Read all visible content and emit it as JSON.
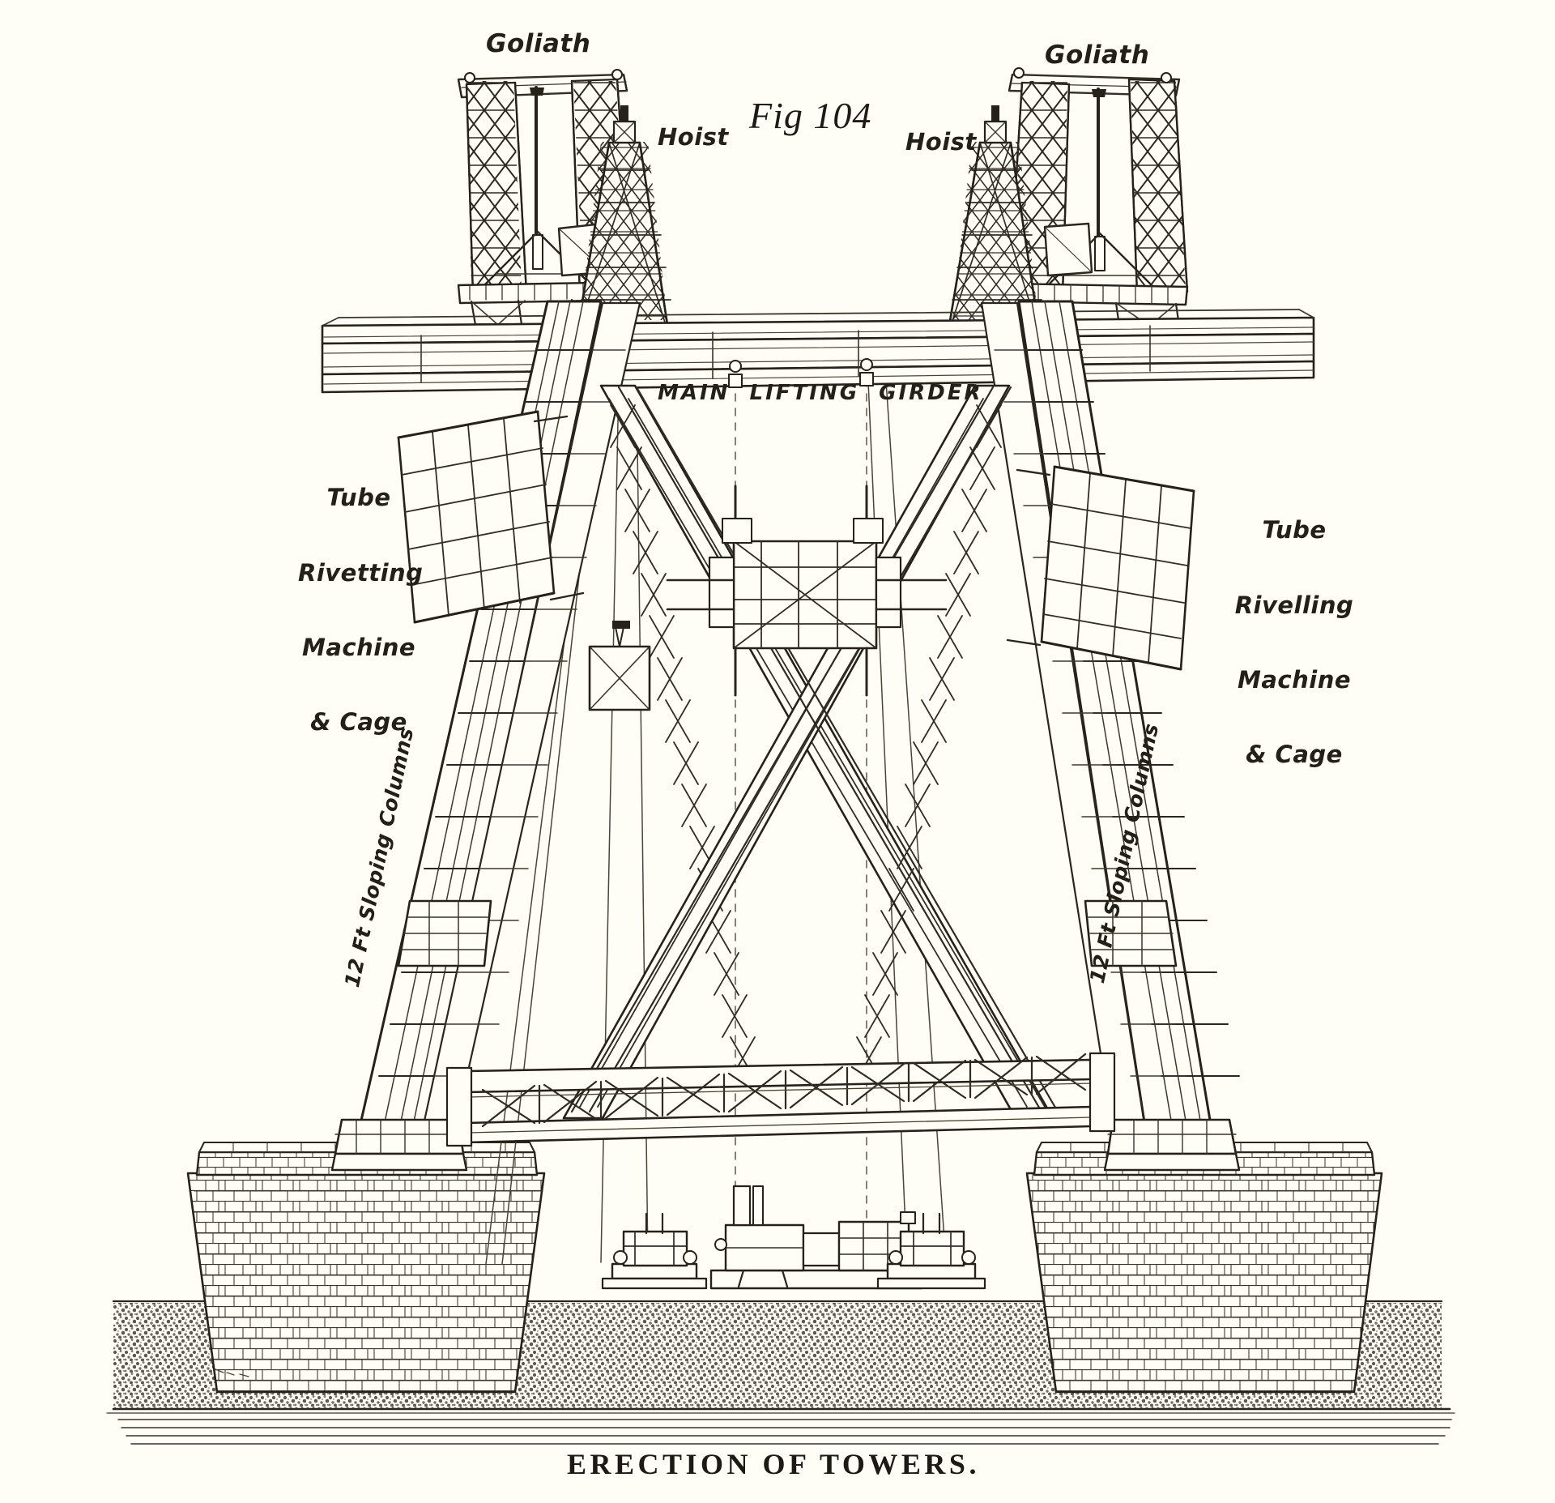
{
  "plate": {
    "figure_number": "Fig 104",
    "caption": "ERECTION OF TOWERS.",
    "paper_color": "#fefdf6",
    "ink_color": "#262219"
  },
  "labels": {
    "goliath_left": "Goliath",
    "goliath_right": "Goliath",
    "hoist_left": "Hoist",
    "hoist_right": "Hoist",
    "main_girder": "MAIN  LIFTING  GIRDER",
    "cage_left_line1": "Tube",
    "cage_left_line2": "Rivetting",
    "cage_left_line3": "Machine",
    "cage_left_line4": "& Cage",
    "cage_right_line1": "Tube",
    "cage_right_line2": "Rivelling",
    "cage_right_line3": "Machine",
    "cage_right_line4": "& Cage",
    "sloping_columns_left": "12 Ft Sloping Columns",
    "sloping_columns_right": "12 Ft Sloping Columns"
  },
  "diagram": {
    "type": "engineering-elevation",
    "subject": "Forth Bridge tower erection",
    "elements": [
      "goliath-crane-left",
      "goliath-crane-right",
      "hoist-tower-left",
      "hoist-tower-right",
      "main-lifting-girder",
      "sloping-column-left",
      "sloping-column-right",
      "diagonal-strut-lattice",
      "horizontal-lattice-girder",
      "tube-rivetting-cage-left",
      "tube-rivetting-cage-right",
      "masonry-pier-left",
      "masonry-pier-right",
      "ground-stipple",
      "winch-left",
      "steam-engine-centre",
      "winch-right",
      "hoist-rope-lines"
    ]
  }
}
